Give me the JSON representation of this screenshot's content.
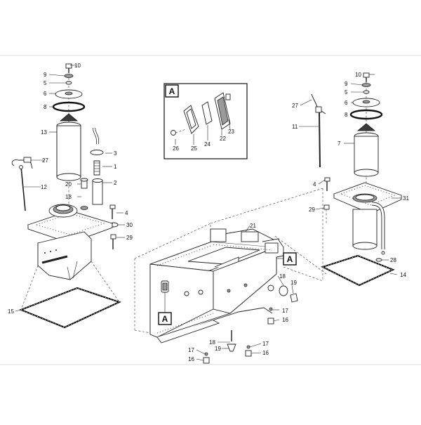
{
  "diagram": {
    "detail_tag": "A",
    "callouts": {
      "top_left_a": "10",
      "top_left_b": "9",
      "top_left_c": "5",
      "top_left_d": "6",
      "top_left_e": "8",
      "top_left_f": "13",
      "top_left_g": "27",
      "top_left_h": "12",
      "top_left_i": "3",
      "top_left_j": "1",
      "top_left_k": "2",
      "top_left_l": "20",
      "top_left_m": "18",
      "top_left_n": "4",
      "top_left_o": "30",
      "top_left_p": "29",
      "top_left_q": "15",
      "detail_26": "26",
      "detail_25": "25",
      "detail_24": "24",
      "detail_22": "22",
      "detail_23": "23",
      "right_10": "10",
      "right_9": "9",
      "right_5": "5",
      "right_6": "6",
      "right_27": "27",
      "right_8": "8",
      "right_11": "11",
      "right_7": "7",
      "right_4": "4",
      "right_31": "31",
      "right_29": "29",
      "right_28": "28",
      "right_14": "14",
      "center_21": "21",
      "center_a_right": "A",
      "center_a_left": "A",
      "center_18a": "18",
      "center_19a": "19",
      "center_17a": "17",
      "center_16a": "16",
      "center_18b": "18",
      "center_19b": "19",
      "center_17b": "17",
      "center_16b": "16",
      "center_17c": "17",
      "center_16c": "16"
    }
  }
}
